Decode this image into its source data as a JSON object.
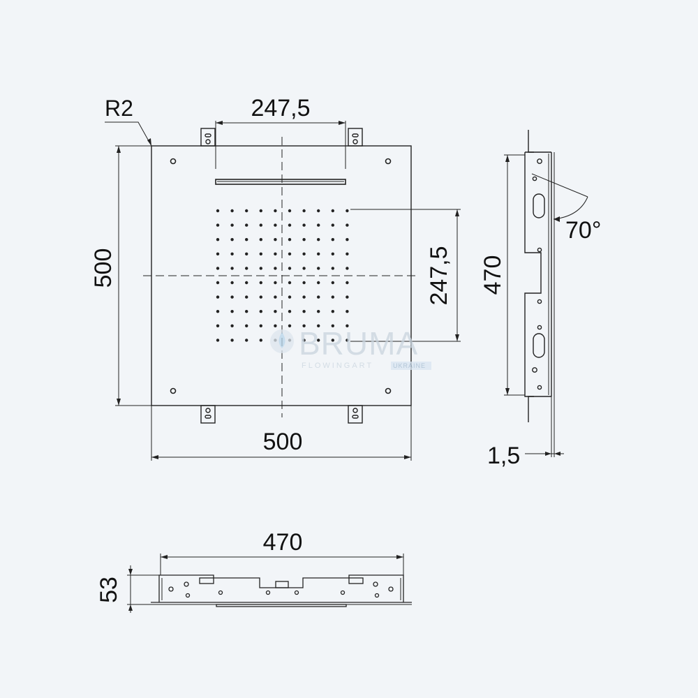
{
  "front_view": {
    "radius_label": "R2",
    "top_offset_label": "247,5",
    "right_offset_label": "247,5",
    "height_label": "500",
    "width_label": "500"
  },
  "side_view": {
    "height_label": "470",
    "angle_label": "70°",
    "thickness_label": "1,5"
  },
  "bottom_view": {
    "width_label": "470",
    "depth_label": "53"
  },
  "watermark": {
    "brand": "BRUMA",
    "tagline": "FLOWINGART",
    "region": "UKRAINE"
  },
  "colors": {
    "background": "#f2f5f8",
    "line": "#222222",
    "watermark": "#c9d4de"
  }
}
